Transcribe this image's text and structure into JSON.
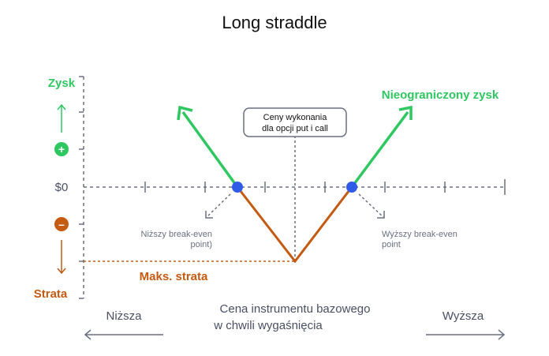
{
  "title": "Long straddle",
  "y_axis": {
    "profit_label": "Zysk",
    "zero_label": "$0",
    "loss_label": "Strata",
    "plus_sign": "+",
    "minus_sign": "–"
  },
  "annotations": {
    "strike_box_line1": "Ceny wykonania",
    "strike_box_line2": "dla opcji put i call",
    "unlimited_profit": "Nieograniczony zysk",
    "max_loss": "Maks. strata",
    "lower_breakeven_line1": "Niższy break-even",
    "lower_breakeven_line2": "point)",
    "upper_breakeven_line1": "Wyższy break-even",
    "upper_breakeven_line2": "point"
  },
  "x_axis": {
    "label_line1": "Cena instrumentu bazowego",
    "label_line2": "w chwili wygaśnięcia",
    "lower": "Niższa",
    "higher": "Wyższa"
  },
  "colors": {
    "profit": "#2ec760",
    "loss": "#c55a11",
    "breakeven_dot": "#2f5be8",
    "axis": "#6b6f80",
    "text_dark": "#4a4f63"
  }
}
